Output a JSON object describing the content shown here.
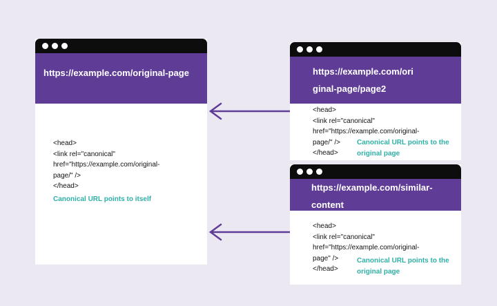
{
  "original": {
    "url": "https://example.com/original-page",
    "code": [
      "<head>",
      "<link rel=\"canonical\"",
      "href=\"https://example.com/original-",
      "page/\" />",
      "</head>"
    ],
    "note": "Canonical URL points to itself"
  },
  "page2": {
    "url_lines": [
      "https://example.com/ori",
      "ginal-page/page2"
    ],
    "code": [
      "<head>",
      "<link rel=\"canonical\"",
      "href=\"https://example.com/original-",
      "page/\" />",
      "</head>"
    ],
    "note_lines": [
      "Canonical URL points to the",
      "original page"
    ]
  },
  "similar": {
    "url_lines": [
      "https://example.com/similar-",
      "content"
    ],
    "code": [
      "<head>",
      "<link rel=\"canonical\"",
      "href=\"https://example.com/original-",
      "page\" />",
      "</head>"
    ],
    "note_lines": [
      "Canonical URL points to the",
      "original page"
    ]
  },
  "colors": {
    "purple": "#5f3d97",
    "teal": "#2fb0a6",
    "bar": "#0d0d0d"
  }
}
